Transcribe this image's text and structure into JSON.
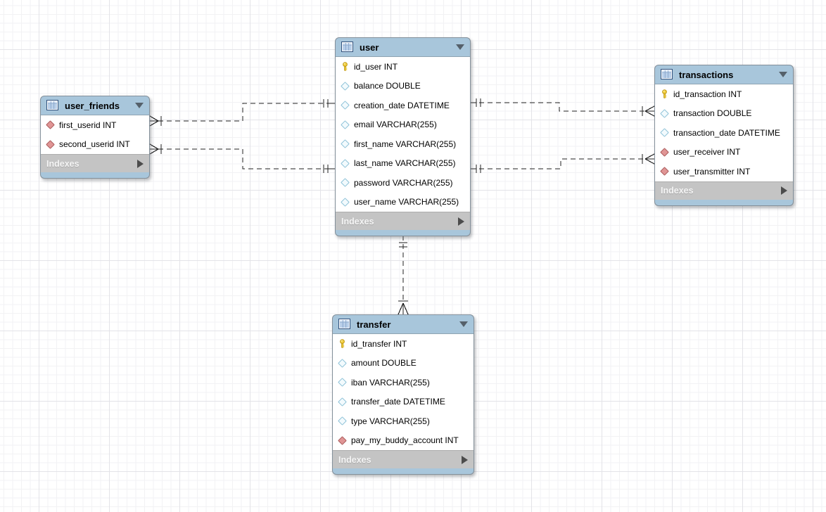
{
  "diagram": {
    "type": "eer-database-diagram",
    "colors": {
      "table_header": "#a8c6db",
      "indexes_bar": "#c4c4c4",
      "primary_key_icon": "#f2cf3c",
      "fk_diamond": "#e09595",
      "column_diamond": "#8ec2d8",
      "relationship_line": "#222222"
    }
  },
  "tables": {
    "user_friends": {
      "title": "user_friends",
      "indexes_label": "Indexes",
      "columns": [
        {
          "icon": "fk",
          "text": "first_userid INT"
        },
        {
          "icon": "fk",
          "text": "second_userid INT"
        }
      ]
    },
    "user": {
      "title": "user",
      "indexes_label": "Indexes",
      "columns": [
        {
          "icon": "pk",
          "text": "id_user INT"
        },
        {
          "icon": "col",
          "text": "balance DOUBLE"
        },
        {
          "icon": "col",
          "text": "creation_date DATETIME"
        },
        {
          "icon": "col",
          "text": "email VARCHAR(255)"
        },
        {
          "icon": "col",
          "text": "first_name VARCHAR(255)"
        },
        {
          "icon": "col",
          "text": "last_name VARCHAR(255)"
        },
        {
          "icon": "col",
          "text": "password VARCHAR(255)"
        },
        {
          "icon": "col",
          "text": "user_name VARCHAR(255)"
        }
      ]
    },
    "transactions": {
      "title": "transactions",
      "indexes_label": "Indexes",
      "columns": [
        {
          "icon": "pk",
          "text": "id_transaction INT"
        },
        {
          "icon": "col",
          "text": "transaction DOUBLE"
        },
        {
          "icon": "col",
          "text": "transaction_date DATETIME"
        },
        {
          "icon": "fk",
          "text": "user_receiver INT"
        },
        {
          "icon": "fk",
          "text": "user_transmitter INT"
        }
      ]
    },
    "transfer": {
      "title": "transfer",
      "indexes_label": "Indexes",
      "columns": [
        {
          "icon": "pk",
          "text": "id_transfer INT"
        },
        {
          "icon": "col",
          "text": "amount DOUBLE"
        },
        {
          "icon": "col",
          "text": "iban VARCHAR(255)"
        },
        {
          "icon": "col",
          "text": "transfer_date DATETIME"
        },
        {
          "icon": "col",
          "text": "type VARCHAR(255)"
        },
        {
          "icon": "fk",
          "text": "pay_my_buddy_account INT"
        }
      ]
    }
  },
  "relationships": [
    {
      "from": "user_friends",
      "to": "user",
      "from_marker": "many-mandatory",
      "to_marker": "one-mandatory",
      "style": "dashed"
    },
    {
      "from": "user_friends",
      "to": "user",
      "from_marker": "many-mandatory",
      "to_marker": "one-mandatory",
      "style": "dashed"
    },
    {
      "from": "transactions",
      "to": "user",
      "from_marker": "many-mandatory",
      "to_marker": "one-mandatory",
      "style": "dashed"
    },
    {
      "from": "transactions",
      "to": "user",
      "from_marker": "many-mandatory",
      "to_marker": "one-mandatory",
      "style": "dashed"
    },
    {
      "from": "transfer",
      "to": "user",
      "from_marker": "many-mandatory",
      "to_marker": "one-mandatory",
      "style": "dashed"
    }
  ]
}
